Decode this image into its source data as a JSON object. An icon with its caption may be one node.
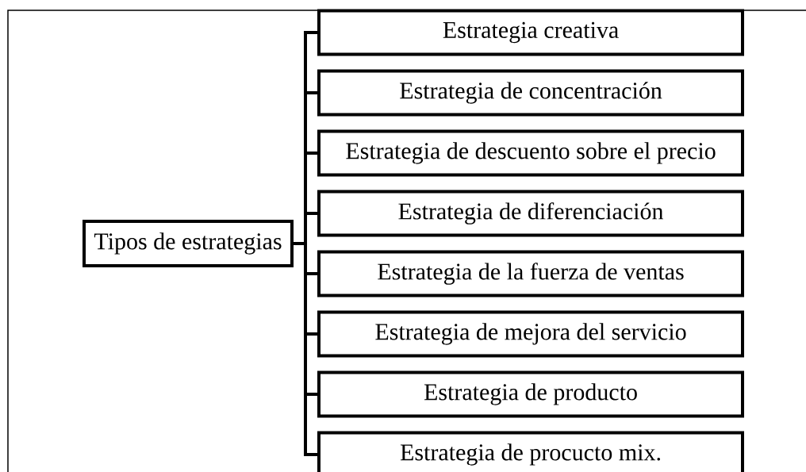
{
  "diagram": {
    "nodes": [
      {
        "text": [
          "Tipos de estrategias"
        ]
      },
      {
        "text": [
          "Estrategia creativa"
        ]
      },
      {
        "text": [
          "Estrategia de concentración"
        ]
      },
      {
        "text": [
          "Estrategia de descuento sobre el precio"
        ]
      },
      {
        "text": [
          "Estrategia de diferenciación"
        ]
      },
      {
        "text": [
          "Estrategia de la fuerza de ventas"
        ]
      },
      {
        "text": [
          "Estrategia de mejora del servicio"
        ]
      },
      {
        "text": [
          "Estrategia de producto"
        ]
      },
      {
        "text": [
          "Estrategia de procucto mix."
        ]
      }
    ],
    "edges": [
      {
        "from": 0,
        "to": 1,
        "arrow": "none"
      },
      {
        "from": 0,
        "to": 2,
        "arrow": "none"
      },
      {
        "from": 0,
        "to": 3,
        "arrow": "none"
      },
      {
        "from": 0,
        "to": 4,
        "arrow": "none"
      },
      {
        "from": 0,
        "to": 5,
        "arrow": "none"
      },
      {
        "from": 0,
        "to": 6,
        "arrow": "none"
      },
      {
        "from": 0,
        "to": 7,
        "arrow": "none"
      },
      {
        "from": 0,
        "to": 8,
        "arrow": "none"
      }
    ]
  }
}
